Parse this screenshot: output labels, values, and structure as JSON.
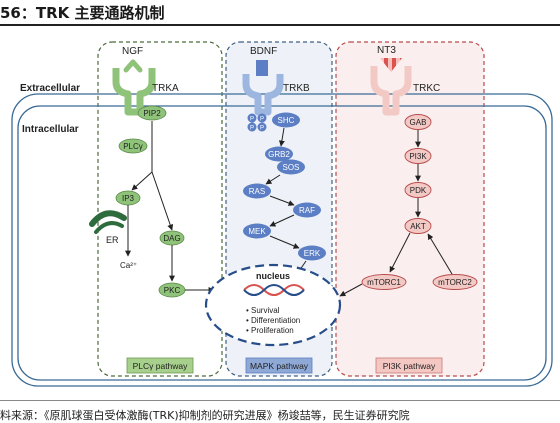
{
  "header": {
    "title": "56：TRK 主要通路机制"
  },
  "footer": {
    "source": "料来源：《原肌球蛋白受体激酶(TRK)抑制剂的研究进展》杨竣喆等，民生证券研究院"
  },
  "membrane": {
    "extracellular": "Extracellular",
    "intracellular": "Intracellular"
  },
  "ligands": {
    "ngf": "NGF",
    "bdnf": "BDNF",
    "nt3": "NT3"
  },
  "receptors": {
    "trka": "TRKA",
    "trkb": "TRKB",
    "trkc": "TRKC"
  },
  "nodes": {
    "pip2": "PIP2",
    "plcg": "PLCγ",
    "ip3": "IP3",
    "er": "ER",
    "ca": "Ca²⁺",
    "dag": "DAG",
    "pkc": "PKC",
    "p": "P",
    "shc": "SHC",
    "grb2": "GRB2",
    "sos": "SOS",
    "ras": "RAS",
    "raf": "RAF",
    "mek": "MEK",
    "erk": "ERK",
    "gab": "GAB",
    "pi3k": "PI3K",
    "pdk": "PDK",
    "akt": "AKT",
    "mtorc1": "mTORC1",
    "mtorc2": "mTORC2"
  },
  "nucleus": {
    "label": "nucleus",
    "items": [
      "• Survival",
      "• Differentiation",
      "• Proliferation"
    ]
  },
  "pathways": {
    "plcg": "PLCγ pathway",
    "mapk": "MAPK pathway",
    "pi3k": "PI3K pathway"
  },
  "colors": {
    "green": "#8fc37a",
    "blue": "#5b7ec4",
    "pink": "#f2c9c4",
    "red": "#b84a4a"
  }
}
